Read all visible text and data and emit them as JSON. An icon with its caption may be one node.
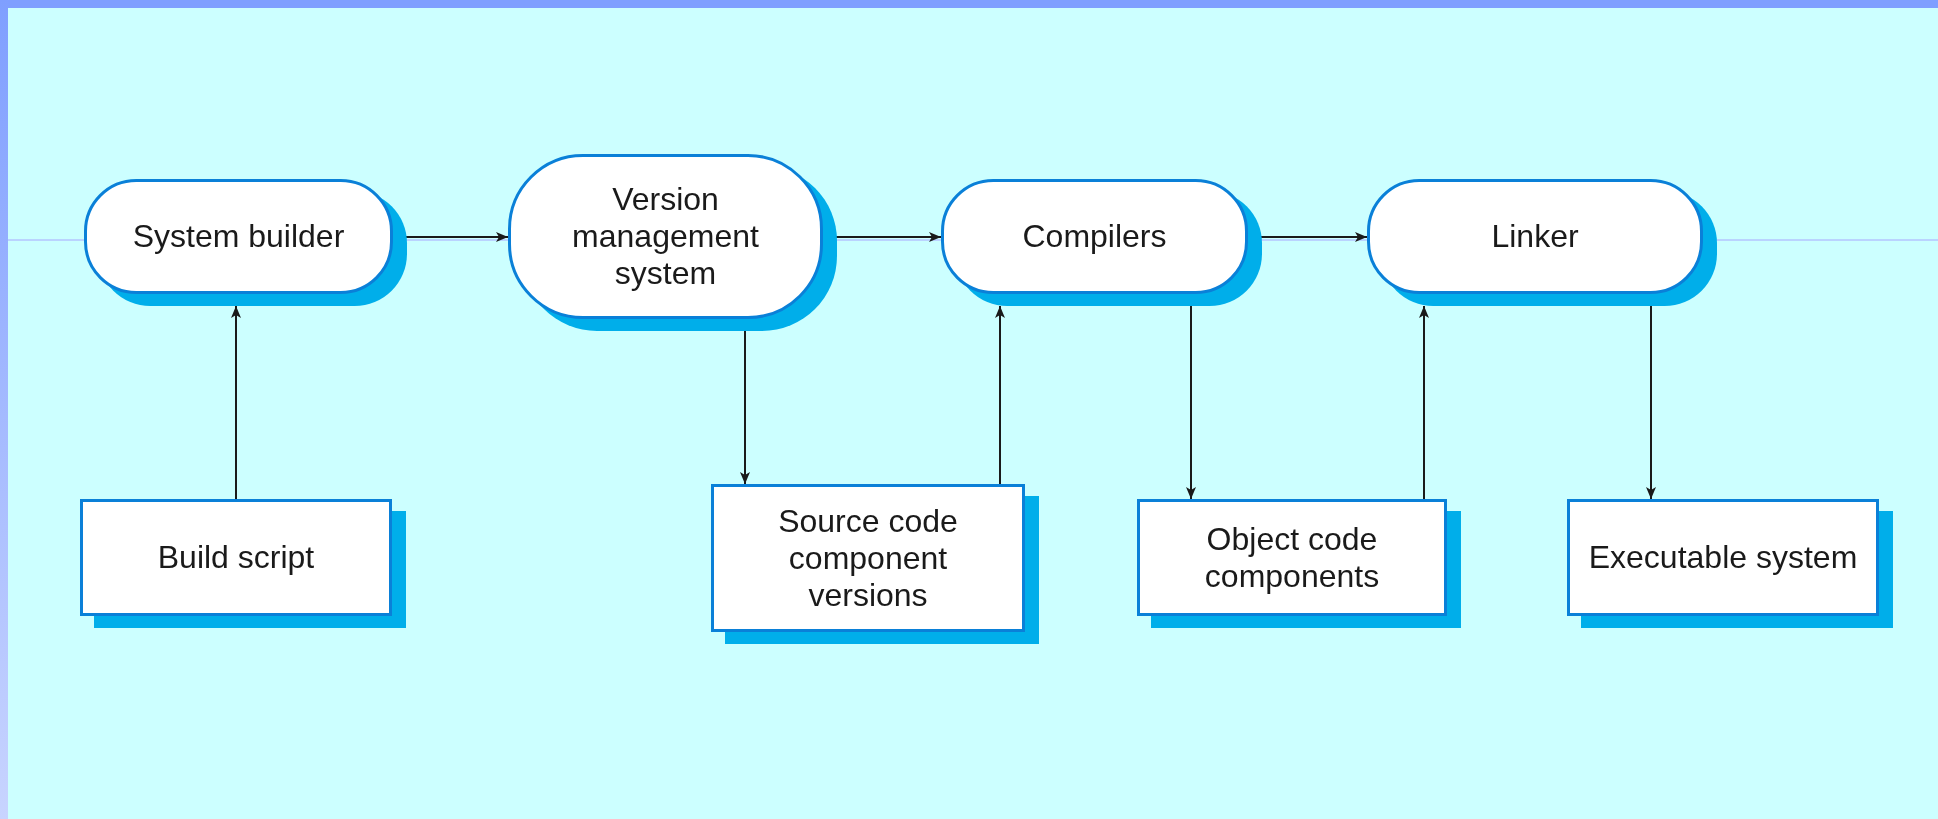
{
  "diagram": {
    "nodes": [
      {
        "text": [
          "System builder"
        ]
      },
      {
        "text": [
          "Version management system"
        ]
      },
      {
        "text": [
          "Compilers"
        ]
      },
      {
        "text": [
          "Linker"
        ]
      },
      {
        "text": [
          "Build script"
        ]
      },
      {
        "text": [
          "Source code component versions"
        ]
      },
      {
        "text": [
          "Object code components"
        ]
      },
      {
        "text": [
          "Executable system"
        ]
      }
    ],
    "edges": [
      {
        "from": 0,
        "to": 1,
        "arrow": "to"
      },
      {
        "from": 1,
        "to": 2,
        "arrow": "to"
      },
      {
        "from": 2,
        "to": 3,
        "arrow": "to"
      },
      {
        "from": 4,
        "to": 0,
        "arrow": "to"
      },
      {
        "from": 1,
        "to": 5,
        "arrow": "to"
      },
      {
        "from": 5,
        "to": 2,
        "arrow": "to"
      },
      {
        "from": 2,
        "to": 6,
        "arrow": "to"
      },
      {
        "from": 6,
        "to": 3,
        "arrow": "to"
      },
      {
        "from": 3,
        "to": 7,
        "arrow": "to"
      }
    ]
  }
}
